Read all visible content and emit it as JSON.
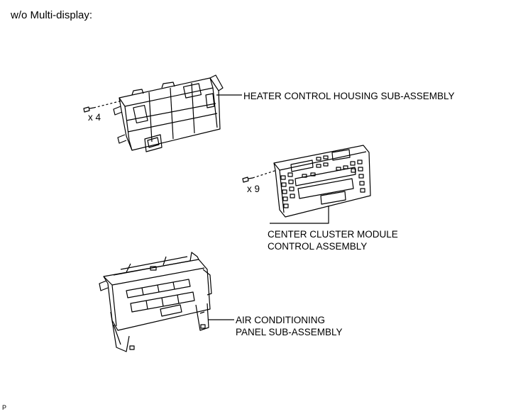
{
  "header": {
    "title": "w/o Multi-display:"
  },
  "labels": {
    "heater_housing": "HEATER CONTROL HOUSING SUB-ASSEMBLY",
    "center_cluster_line1": "CENTER CLUSTER MODULE",
    "center_cluster_line2": "CONTROL ASSEMBLY",
    "ac_panel_line1": "AIR CONDITIONING",
    "ac_panel_line2": "PANEL SUB-ASSEMBLY"
  },
  "screw_counts": {
    "heater_housing": "x 4",
    "center_cluster": "x 9"
  },
  "footer": {
    "code": "P"
  },
  "colors": {
    "ink": "#000000",
    "background": "#ffffff"
  }
}
